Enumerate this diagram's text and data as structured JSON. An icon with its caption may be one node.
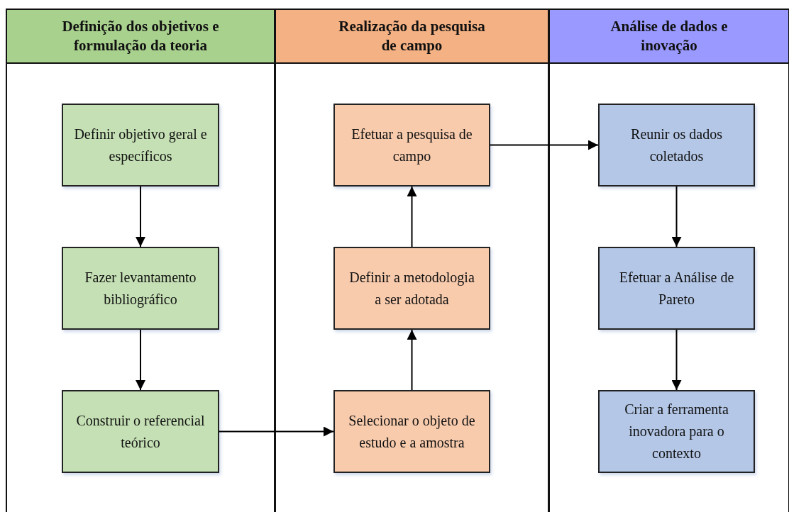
{
  "diagram": {
    "nodes": [
      {
        "text": [
          "Definição dos objetivos e formulação da teoria"
        ]
      },
      {
        "text": [
          "Definir objetivo geral e específicos"
        ],
        "in": 0
      },
      {
        "text": [
          "Fazer levantamento bibliográfico"
        ],
        "in": 0
      },
      {
        "text": [
          "Construir o referencial teórico"
        ],
        "in": 0
      },
      {
        "text": [
          "Realização da pesquisa de campo"
        ]
      },
      {
        "text": [
          "Efetuar a pesquisa de campo"
        ],
        "in": 4
      },
      {
        "text": [
          "Definir a metodologia a ser adotada"
        ],
        "in": 4
      },
      {
        "text": [
          "Selecionar o objeto de estudo e a amostra"
        ],
        "in": 4
      },
      {
        "text": [
          "Análise de dados e inovação"
        ]
      },
      {
        "text": [
          "Reunir os dados coletados"
        ],
        "in": 8
      },
      {
        "text": [
          "Efetuar a Análise de Pareto"
        ],
        "in": 8
      },
      {
        "text": [
          "Criar a ferramenta inovadora para o contexto"
        ],
        "in": 8
      }
    ],
    "edges": [
      {
        "from": 1,
        "to": 2,
        "arrow": "to"
      },
      {
        "from": 2,
        "to": 3,
        "arrow": "to"
      },
      {
        "from": 3,
        "to": 7,
        "arrow": "to"
      },
      {
        "from": 7,
        "to": 6,
        "arrow": "to"
      },
      {
        "from": 6,
        "to": 5,
        "arrow": "to"
      },
      {
        "from": 5,
        "to": 9,
        "arrow": "to"
      },
      {
        "from": 9,
        "to": 10,
        "arrow": "to"
      },
      {
        "from": 10,
        "to": 11,
        "arrow": "to"
      }
    ]
  }
}
